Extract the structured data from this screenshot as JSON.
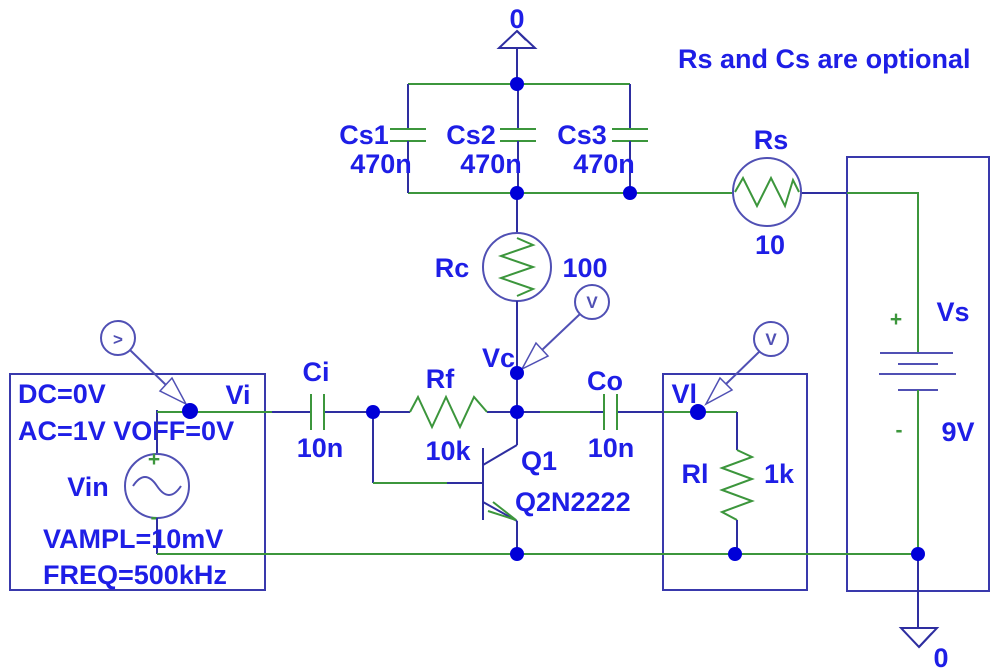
{
  "colors": {
    "wire": "#3c963c",
    "pin": "#2e2ea0",
    "sym": "#5050b4",
    "box": "#3939ac",
    "text": "#1e1ee6",
    "dot": "#0000d8"
  },
  "annotation": {
    "note": "Rs and Cs are optional"
  },
  "grounds": {
    "top_label": "0",
    "bottom_label": "0"
  },
  "capacitors": {
    "cs1": {
      "ref": "Cs1",
      "value": "470n"
    },
    "cs2": {
      "ref": "Cs2",
      "value": "470n"
    },
    "cs3": {
      "ref": "Cs3",
      "value": "470n"
    },
    "ci": {
      "ref": "Ci",
      "value": "10n"
    },
    "co": {
      "ref": "Co",
      "value": "10n"
    }
  },
  "resistors": {
    "rs": {
      "ref": "Rs",
      "value": "10"
    },
    "rc": {
      "ref": "Rc",
      "value": "100"
    },
    "rf": {
      "ref": "Rf",
      "value": "10k"
    },
    "rl": {
      "ref": "Rl",
      "value": "1k"
    }
  },
  "transistor": {
    "ref": "Q1",
    "model": "Q2N2222"
  },
  "sources": {
    "vin": {
      "ref": "Vin",
      "param_dc": "DC=0V",
      "param_ac": "AC=1V VOFF=0V",
      "param_vampl": "VAMPL=10mV",
      "param_freq": "FREQ=500kHz",
      "plus": "+",
      "minus": "-"
    },
    "vs": {
      "ref": "Vs",
      "value": "9V",
      "plus": "+",
      "minus": "-"
    }
  },
  "nets": {
    "vi": "Vi",
    "vc": "Vc",
    "vl": "Vl"
  },
  "probes": {
    "vi": {
      "glyph": ">"
    },
    "vc": {
      "glyph": "V"
    },
    "vl": {
      "glyph": "V"
    }
  }
}
